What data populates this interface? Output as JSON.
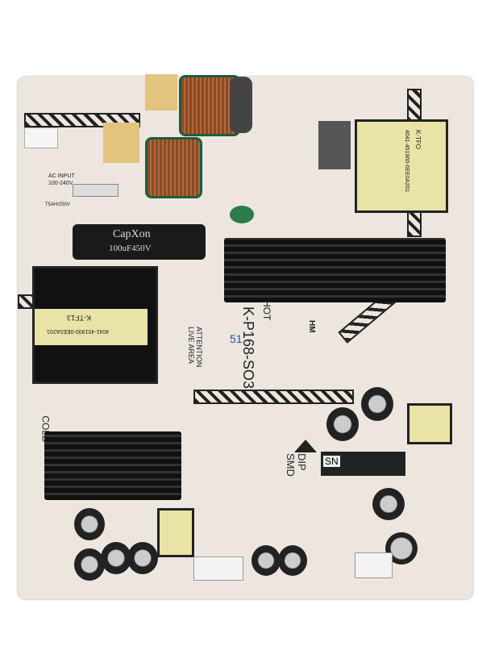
{
  "board": {
    "model": "K-P168-SO3",
    "hot_label": "HOT",
    "attention": "ATTENTION",
    "live_area": "LIVE AREA",
    "dip": "DIP",
    "smd": "SMD",
    "sn": "SN",
    "cold": "COLD",
    "ac_input": "AC INPUT",
    "ac_voltage": "100-240V",
    "fuse_rating": "T5AH/250V",
    "hm_mark": "HM",
    "handwritten": "51"
  },
  "main_capacitor": {
    "brand": "CapXon",
    "rating": "100uF450V"
  },
  "transformers": [
    {
      "code": "K-TF13",
      "part": "4041-451900-0EE0A201"
    },
    {
      "code": "K-TFO",
      "part": "4041-451900-0EE0A201"
    }
  ]
}
